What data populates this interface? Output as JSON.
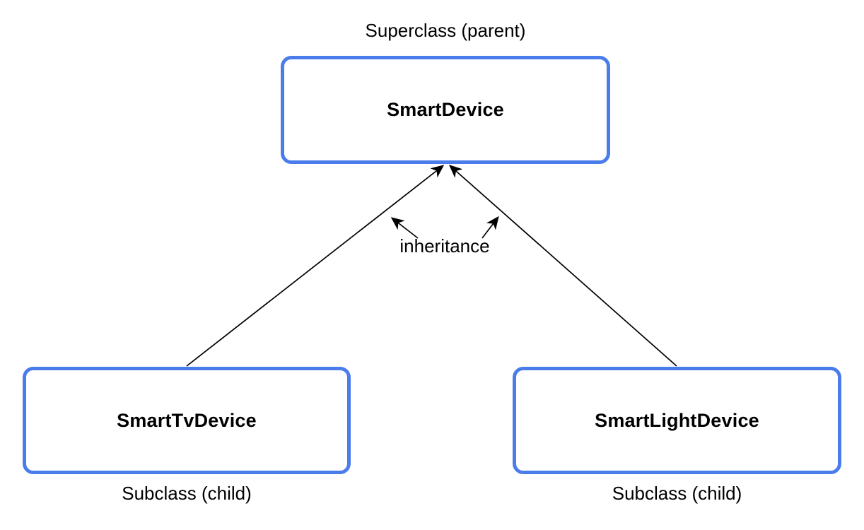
{
  "labels": {
    "superclass_caption": "Superclass (parent)",
    "relationship": "inheritance"
  },
  "classes": {
    "superclass": {
      "name": "SmartDevice"
    },
    "subclasses": [
      {
        "name": "SmartTvDevice",
        "caption": "Subclass (child)"
      },
      {
        "name": "SmartLightDevice",
        "caption": "Subclass (child)"
      }
    ]
  },
  "icons": {
    "inheritance_arrow": "up-arrow",
    "annotation_arrow": "diagonal-up-arrow"
  },
  "colors": {
    "box_border": "#4A7CEB",
    "arrow": "#000000",
    "text": "#000000",
    "background": "#FFFFFF"
  }
}
